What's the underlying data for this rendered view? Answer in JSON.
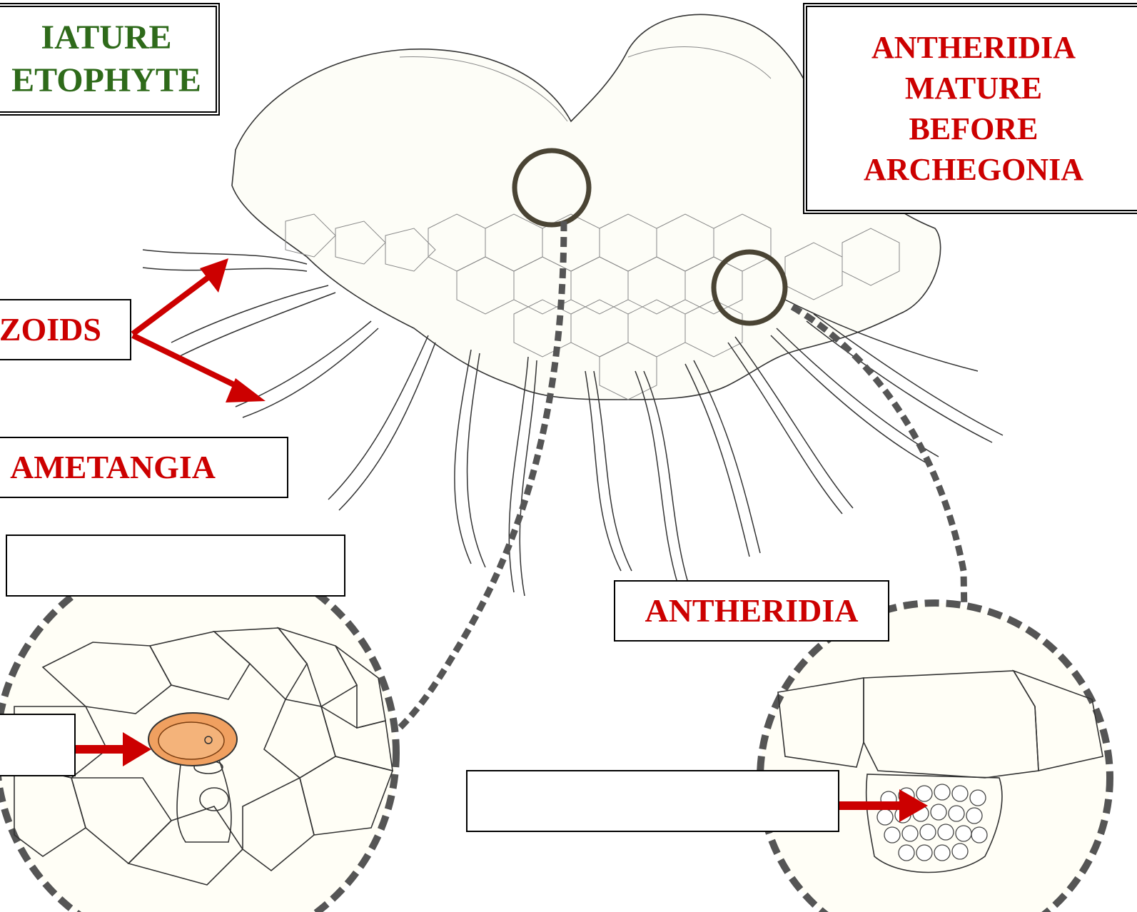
{
  "title_box": {
    "line1": "IATURE",
    "line2": "ETOPHYTE"
  },
  "info_box": {
    "lines": [
      "ANTHERIDIA",
      "MATURE",
      "BEFORE",
      "ARCHEGONIA"
    ]
  },
  "labels": {
    "zoids": "ZOIDS",
    "gametangia": "AMETANGIA",
    "antheridia": "ANTHERIDIA",
    "blank_upper": "",
    "blank_left": "",
    "blank_right": ""
  },
  "colors": {
    "label_red": "#cc0000",
    "title_green": "#2e6a1a",
    "arrow_red": "#cc0000",
    "egg_orange": "#f0a060",
    "outline": "#222222",
    "dash": "#555555"
  }
}
